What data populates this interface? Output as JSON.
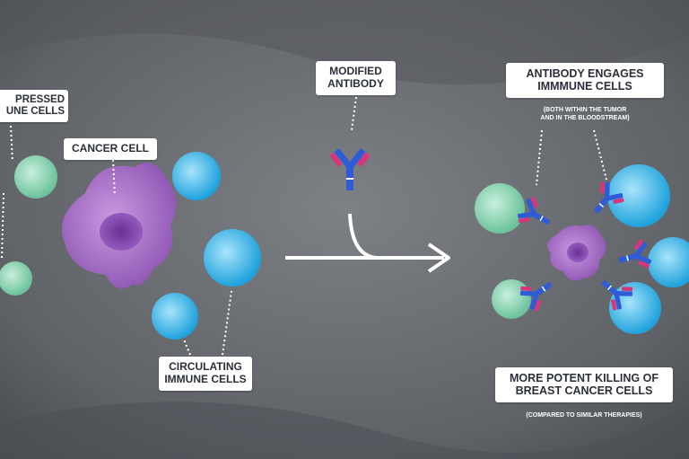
{
  "labels": {
    "suppressed": {
      "line1": "PRESSED",
      "line2": "UNE CELLS"
    },
    "cancer_cell": "CANCER CELL",
    "circulating": {
      "line1": "CIRCULATING",
      "line2": "IMMUNE CELLS"
    },
    "modified_antibody": {
      "line1": "MODIFIED",
      "line2": "ANTIBODY"
    },
    "engages": {
      "line1": "ANTIBODY ENGAGES",
      "line2": "IMMMUNE CELLS"
    },
    "engages_note": {
      "line1": "(BOTH WITHIN THE TUMOR",
      "line2": "AND IN THE BLOODSTREAM)"
    },
    "killing": {
      "line1": "MORE POTENT KILLING OF",
      "line2": "BREAST CANCER CELLS"
    },
    "killing_note": "(COMPARED TO SIMILAR THERAPIES)"
  },
  "colors": {
    "background": "#6b6e73",
    "green_cell": "#8fd3b5",
    "blue_cell": "#3fb6e6",
    "cancer_cell": "#a86ec9",
    "antibody_blue": "#2f5bd6",
    "antibody_pink": "#d8357a",
    "arrow": "#ffffff"
  }
}
